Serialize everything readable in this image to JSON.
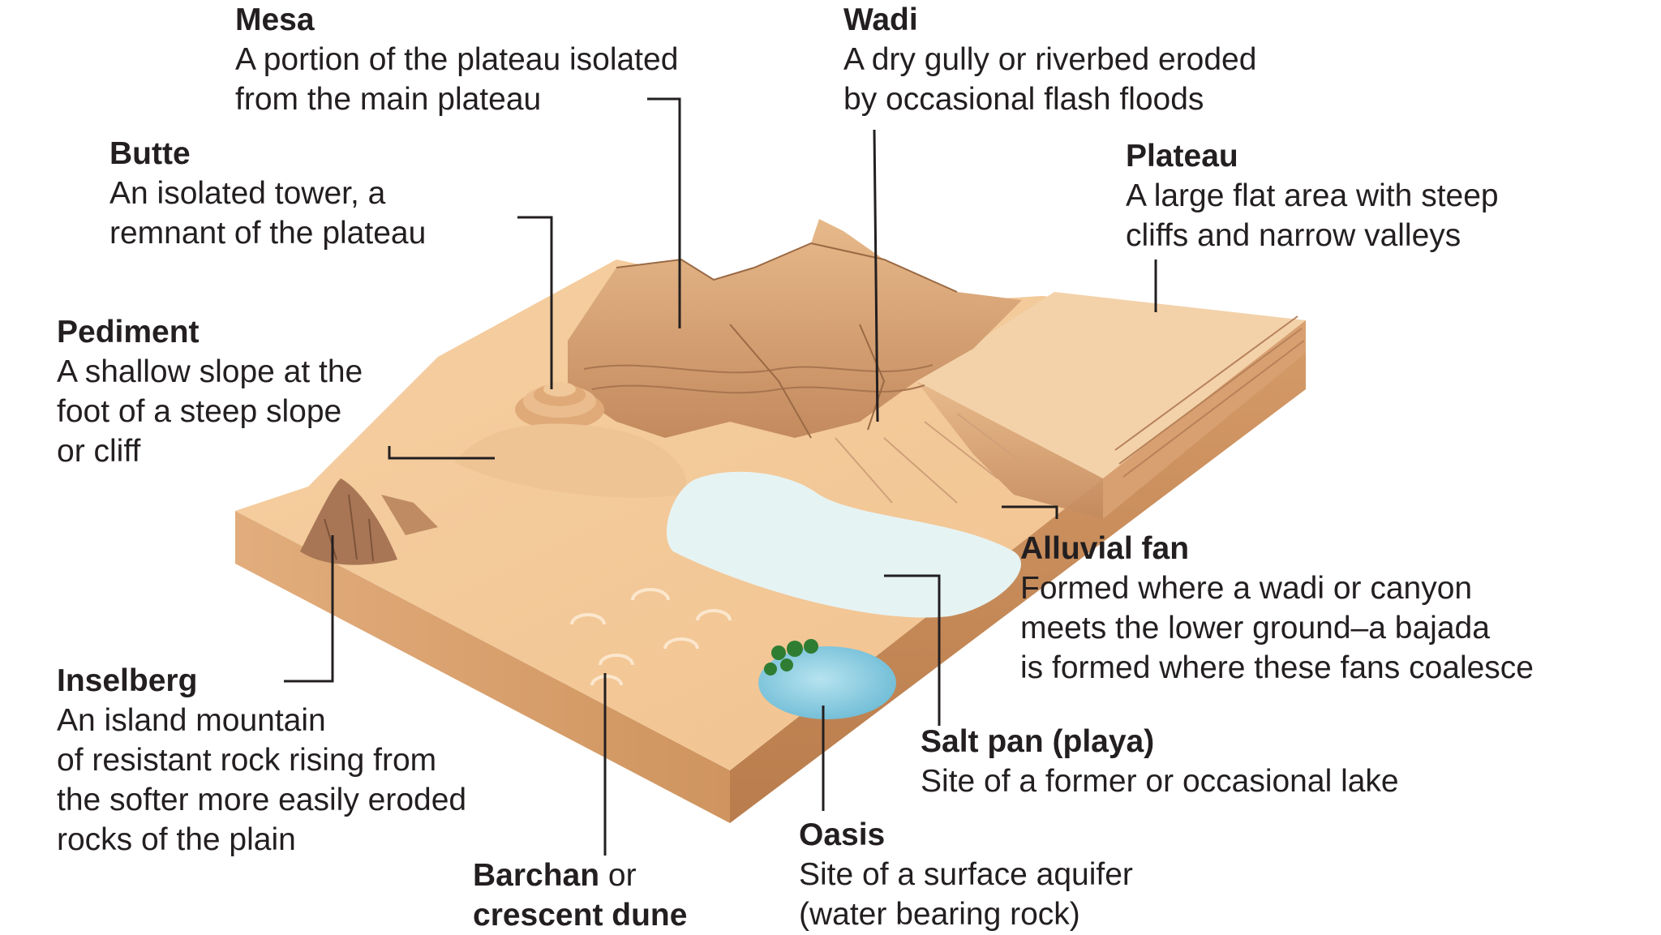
{
  "labels": {
    "mesa": {
      "title": "Mesa",
      "lines": [
        "A portion of the plateau isolated",
        "from the main plateau"
      ]
    },
    "wadi": {
      "title": "Wadi",
      "lines": [
        "A dry gully or riverbed eroded",
        "by occasional flash floods"
      ]
    },
    "butte": {
      "title": "Butte",
      "lines": [
        "An isolated tower, a",
        "remnant of the plateau"
      ]
    },
    "plateau": {
      "title": "Plateau",
      "lines": [
        "A large flat area with steep",
        "cliffs and narrow valleys"
      ]
    },
    "pediment": {
      "title": "Pediment",
      "lines": [
        "A shallow slope at the",
        "foot of a steep slope",
        "or cliff"
      ]
    },
    "alluvial_fan": {
      "title": "Alluvial fan",
      "lines": [
        "Formed where a wadi or canyon",
        "meets the lower ground–a bajada",
        "is formed where these fans coalesce"
      ]
    },
    "inselberg": {
      "title": "Inselberg",
      "lines": [
        "An island mountain",
        "of resistant rock rising from",
        "the softer more easily eroded",
        "rocks of the plain"
      ]
    },
    "salt_pan": {
      "title": "Salt pan (playa)",
      "lines": [
        "Site of a former or occasional lake"
      ]
    },
    "oasis": {
      "title": "Oasis",
      "lines": [
        "Site of a surface aquifer",
        "(water bearing rock)"
      ]
    },
    "barchan": {
      "title_a": "Barchan",
      "title_join": " or",
      "title_b": "crescent dune"
    }
  },
  "colors": {
    "sand_top": "#f0c89a",
    "sand_light": "#f7dcb8",
    "cliff_dark": "#b98058",
    "side_front": "#d9a070",
    "side_right": "#c98a5a",
    "salt_pan": "#e4f2f3",
    "water": "#8ccde0",
    "palm": "#2e7d32",
    "text": "#231f20"
  }
}
